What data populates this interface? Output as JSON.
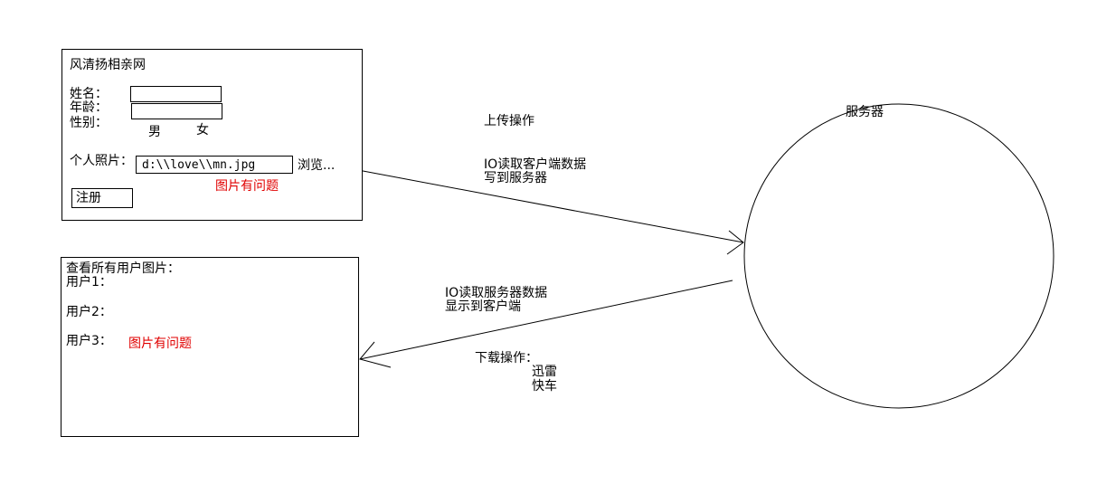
{
  "colors": {
    "stroke": "#000000",
    "error": "#e00000",
    "background": "#ffffff"
  },
  "register_form": {
    "site_title": "风清扬相亲网",
    "name_label": "姓名：",
    "age_label": "年龄：",
    "gender_label": "性别：",
    "gender_male": "男",
    "gender_female": "女",
    "photo_label": "个人照片：",
    "photo_path_value": "d:\\\\love\\\\mn.jpg",
    "browse_label": "浏览...",
    "photo_error": "图片有问题",
    "register_button": "注册"
  },
  "view_panel": {
    "title": "查看所有用户图片：",
    "user1": "用户1：",
    "user2": "用户2：",
    "user3": "用户3：",
    "photo_error": "图片有问题"
  },
  "server": {
    "label": "服务器"
  },
  "upload_flow": {
    "title": "上传操作",
    "line1": "IO读取客户端数据",
    "line2": "写到服务器"
  },
  "download_flow": {
    "line1": "IO读取服务器数据",
    "line2": "显示到客户端",
    "title": "下载操作：",
    "tool1": "迅雷",
    "tool2": "快车"
  }
}
